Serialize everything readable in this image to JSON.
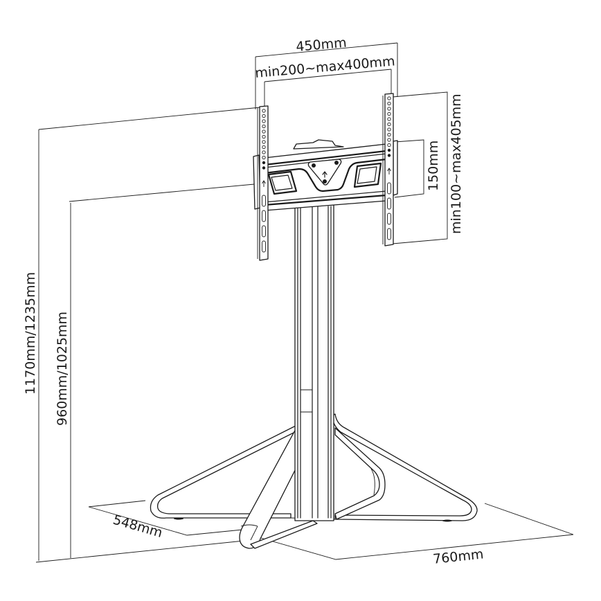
{
  "diagram": {
    "subject": "TV floor stand with VESA mount bracket",
    "colors": {
      "line": "#1a1a1a",
      "background": "#ffffff"
    },
    "dimensions": {
      "bracket_total_width": "450mm",
      "vesa_horizontal_range": "min200~max400mm",
      "vesa_vertical_range": "min100~max405mm",
      "crossbar_height": "150mm",
      "overall_height": "1170mm/1235mm",
      "center_height": "960mm/1025mm",
      "base_depth": "548mm",
      "base_width": "760mm"
    }
  }
}
